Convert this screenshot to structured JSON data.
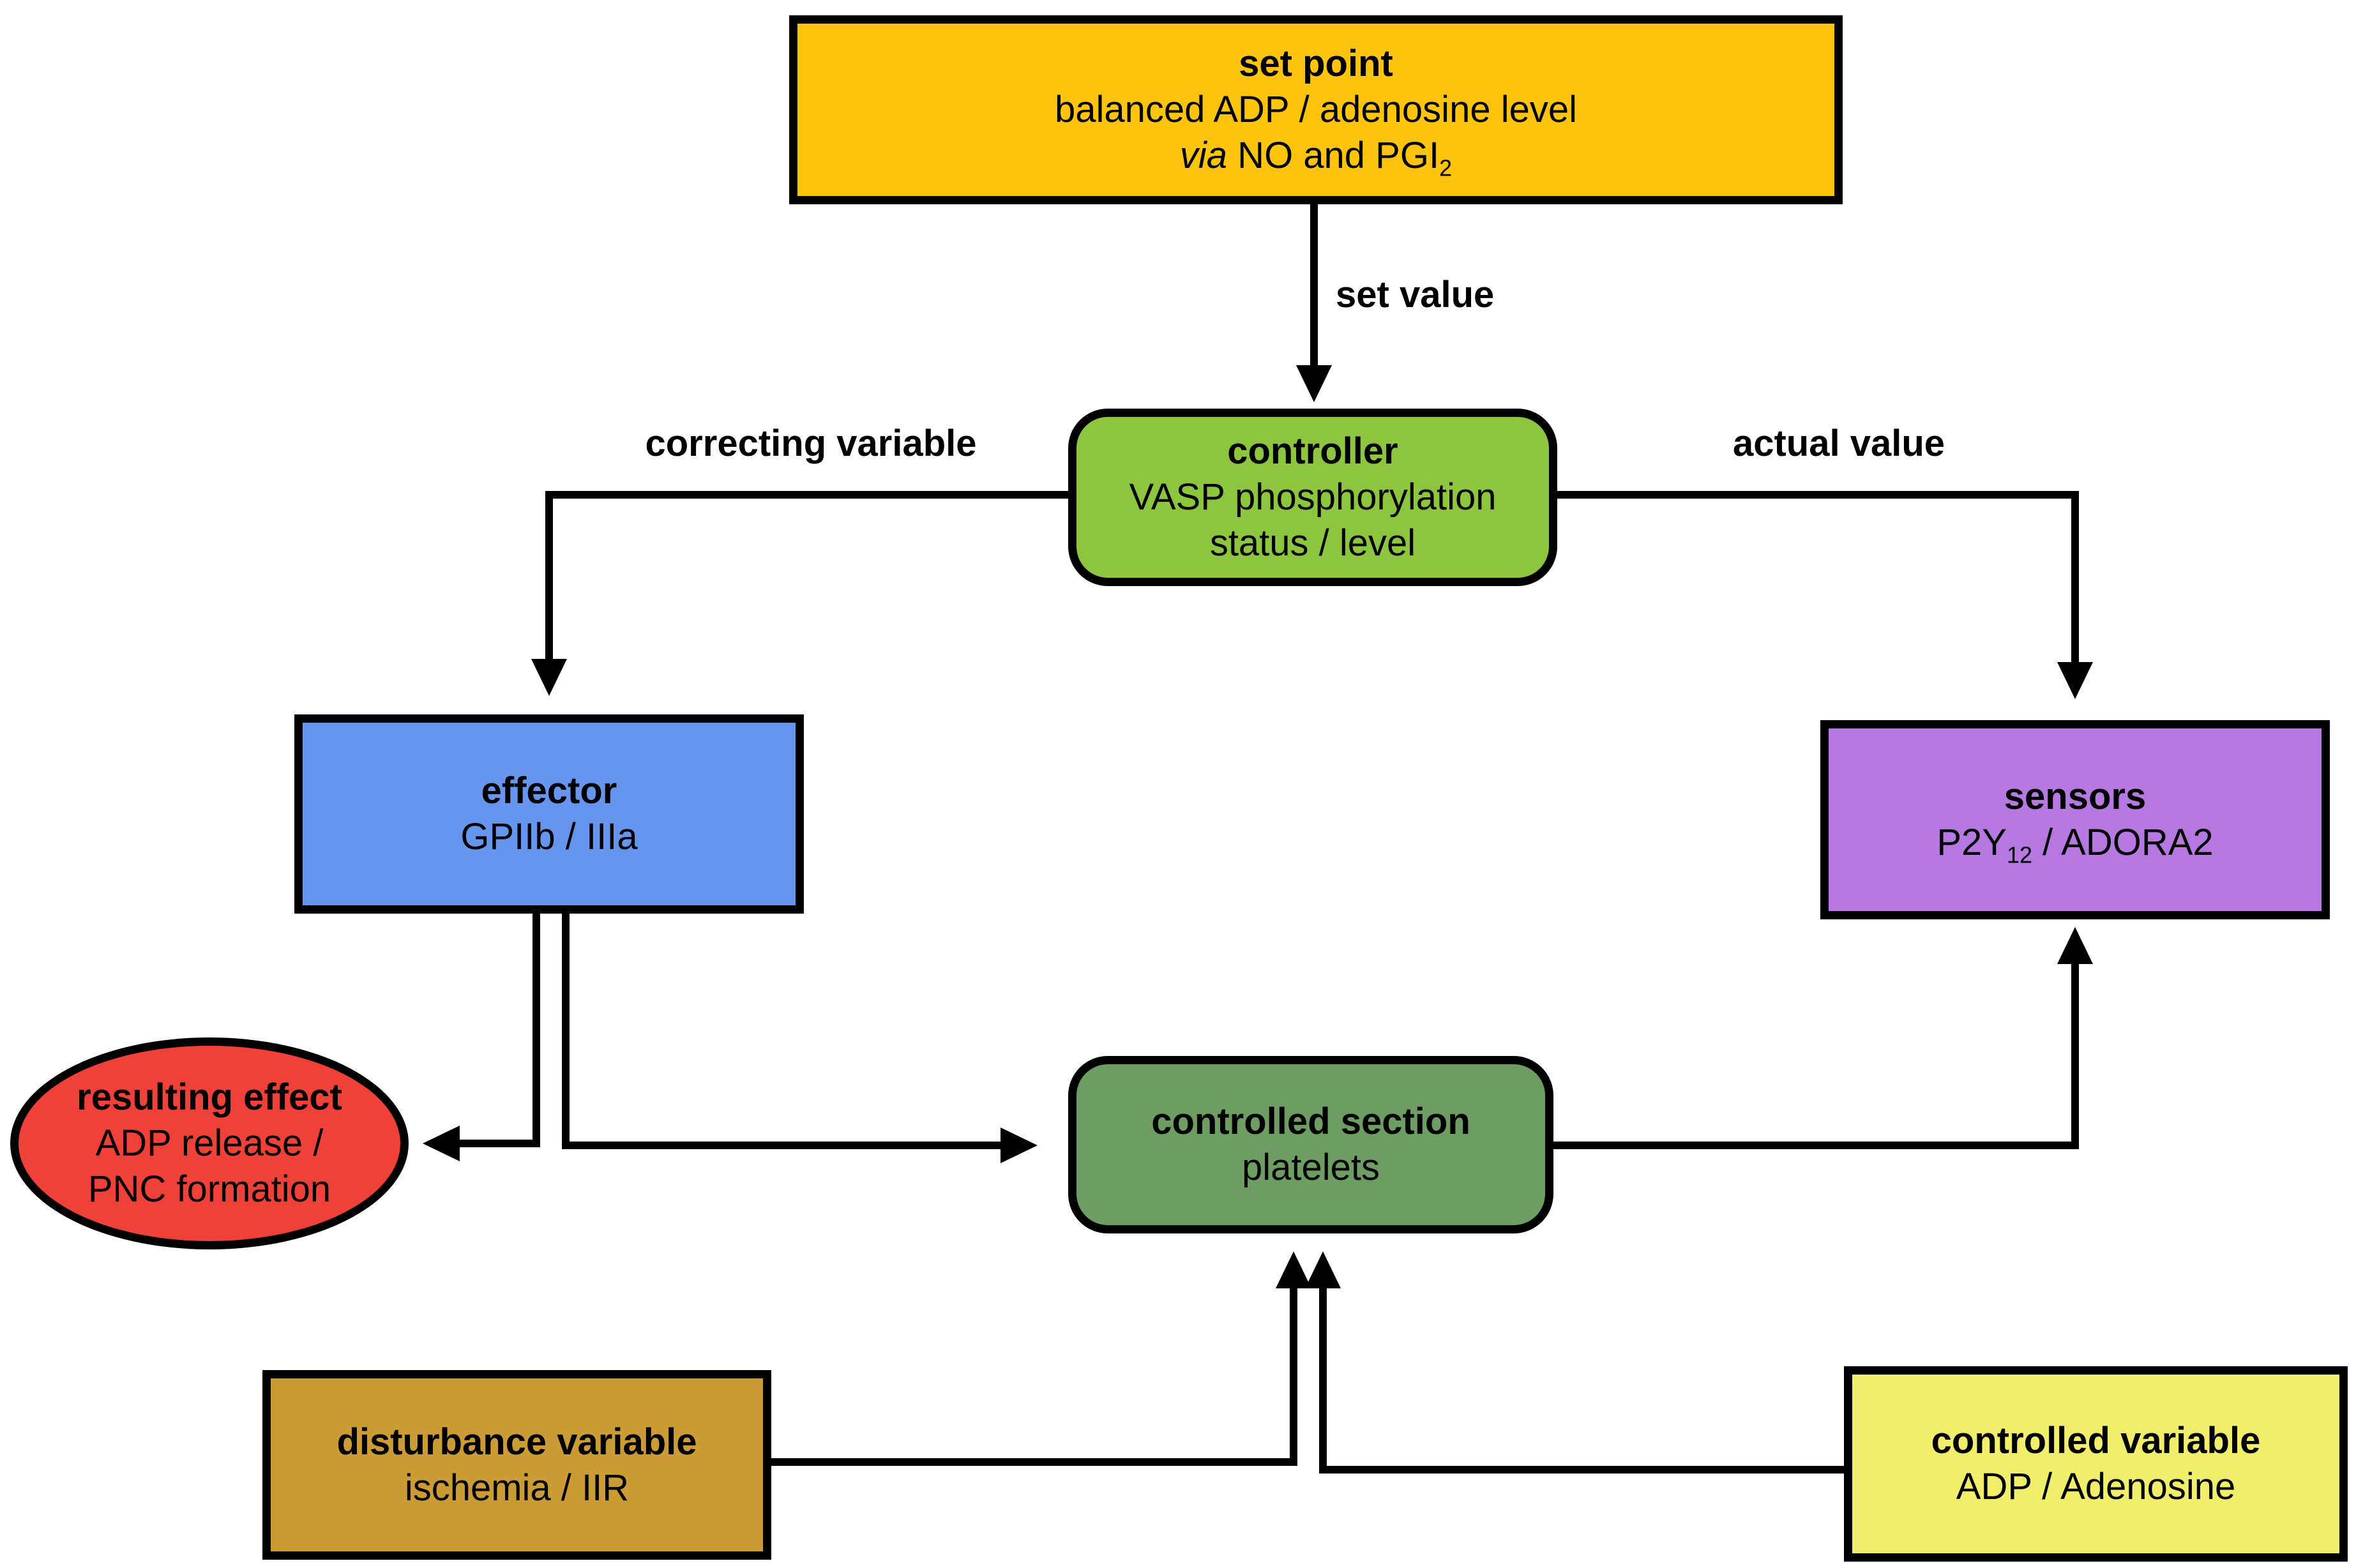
{
  "diagram": {
    "background": "#ffffff",
    "line_color": "#000000",
    "nodes": {
      "set_point": {
        "title": "set point",
        "line2": "balanced ADP / adenosine level",
        "line3_italic": "via",
        "line3_text": " NO and PGI",
        "line3_sub": "2",
        "fill": "#FCC40C"
      },
      "controller": {
        "title": "controller",
        "line2": "VASP phosphorylation",
        "line3": "status / level",
        "fill": "#8CC63E"
      },
      "effector": {
        "title": "effector",
        "line2": "GPIIb / IIIa",
        "fill": "#6595EC"
      },
      "sensors": {
        "title": "sensors",
        "line2_text": "P2Y",
        "line2_sub": "12",
        "line2_rest": " / ADORA2",
        "fill": "#B679E2"
      },
      "controlled_section": {
        "title": "controlled section",
        "line2": "platelets",
        "fill": "#6D9D62"
      },
      "resulting_effect": {
        "title": "resulting effect",
        "line2": "ADP release /",
        "line3": "PNC formation",
        "fill": "#F04138"
      },
      "disturbance_variable": {
        "title": "disturbance variable",
        "line2": "ischemia / IIR",
        "fill": "#CC9C34"
      },
      "controlled_variable": {
        "title": "controlled variable",
        "line2": "ADP / Adenosine",
        "fill": "#F0EE6B"
      }
    },
    "edge_labels": {
      "set_value": "set value",
      "correcting_variable": "correcting variable",
      "actual_value": "actual value"
    }
  }
}
